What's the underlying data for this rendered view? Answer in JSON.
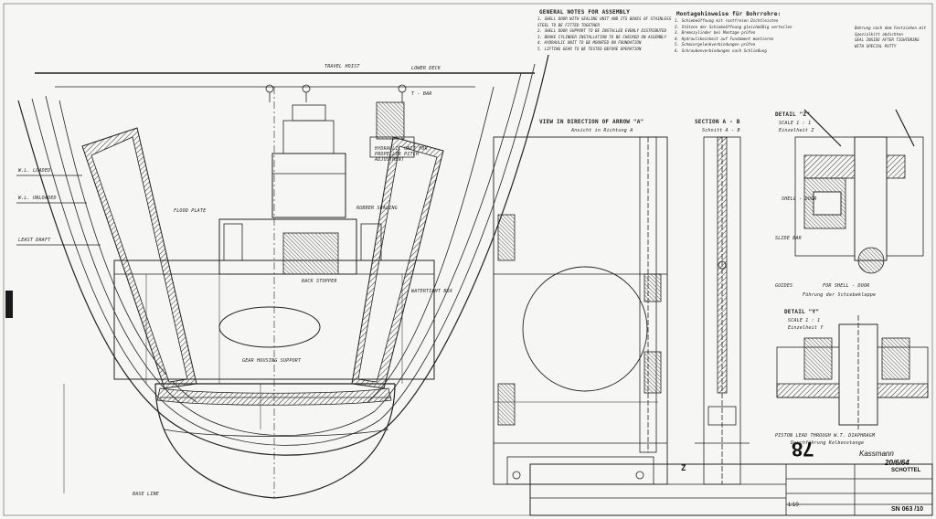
{
  "header": {
    "general_notes_title": "GENERAL NOTES FOR ASSEMBLY",
    "general_notes": [
      "1. SHELL DOOR WITH SEALING UNIT AND ITS BOXES OF STAINLESS STEEL TO BE FITTED TOGETHER",
      "2. SHELL DOOR SUPPORT TO BE INSTALLED EVENLY DISTRIBUTED",
      "3. BRAKE CYLINDER INSTALLATION TO BE CHECKED ON ASSEMBLY",
      "4. HYDRAULIC UNIT TO BE MOUNTED ON FOUNDATION",
      "5. LIFTING GEAR TO BE TESTED BEFORE OPERATION"
    ],
    "german_notes_title": "Montagehinweise für Bohrrohre:",
    "german_notes": [
      "1. Schiebeöffnung mit rostfreien Dichtleisten",
      "2. Stützen der Schiebeöffnung gleichmäßig verteilen",
      "3. Bremszylinder bei Montage prüfen",
      "4. Hydraulikeinheit auf Fundament montieren",
      "5. Schmiergelenkverbindungen prüfen",
      "6. Schraubenverbindungen nach Schließung"
    ],
    "side_notes": [
      "Bohrung nach dem Festziehen mit Spezialkitt abdichten",
      "SEAL INSIDE AFTER TIGHTENING WITH SPECIAL PUTTY"
    ]
  },
  "labels": {
    "travel_hoist": "TRAVEL HOIST",
    "lower_deck": "LOWER DECK",
    "t_bar": "T - BAR",
    "hydraulic_unit": "HYDRAULIC UNIT FOR PROPELLER PITCH ADJUSTMENT",
    "flood_plate": "FLOOD PLATE",
    "rubber_sealing": "RUBBER SEALING",
    "rack_stopper": "RACK STOPPER",
    "watertight_box": "WATERTIGHT BOX",
    "gear_housing_support": "GEAR HOUSING SUPPORT",
    "wl_loaded": "W.L. LOADED",
    "wl_unloaded": "W.L. UNLOADED",
    "least_draft": "LEAST DRAFT",
    "base_line": "BASE LINE",
    "view_title": "VIEW IN DIRECTION OF ARROW \"A\"",
    "view_title_de": "Ansicht in Richtung A",
    "section_title": "SECTION A - B",
    "section_title_de": "Schnitt A - B",
    "detail_z": "DETAIL \"Z\"",
    "detail_z_scale": "SCALE 1 : 1",
    "detail_z_de": "Einzelheit Z",
    "shell_door": "SHELL - DOOR",
    "slide_bar": "SLIDE BAR",
    "guides": "GUIDES",
    "for_shell_door": "FOR SHELL - DOOR",
    "for_shell_door_de": "Führung der Schiebeklappe",
    "detail_y": "DETAIL \"Y\"",
    "detail_y_scale": "SCALE 1 : 1",
    "detail_y_de": "Einzelheit Y",
    "piston_lead": "PISTON LEAD THROUGH W.T. DIAPHRAGM",
    "piston_lead_de": "Durchführung Kolbenstange",
    "z_mark": "Z",
    "ratio": "1:10"
  },
  "title_block": {
    "big_number": "78",
    "signature": "Kassmann",
    "date": "20/6/64",
    "company": "SCHOTTEL",
    "drawing_no": "SN 063 /10",
    "revision": "1:10"
  },
  "colors": {
    "ink": "#1c1c1c",
    "paper": "#f6f6f4",
    "hatch": "#3a3a3a"
  }
}
